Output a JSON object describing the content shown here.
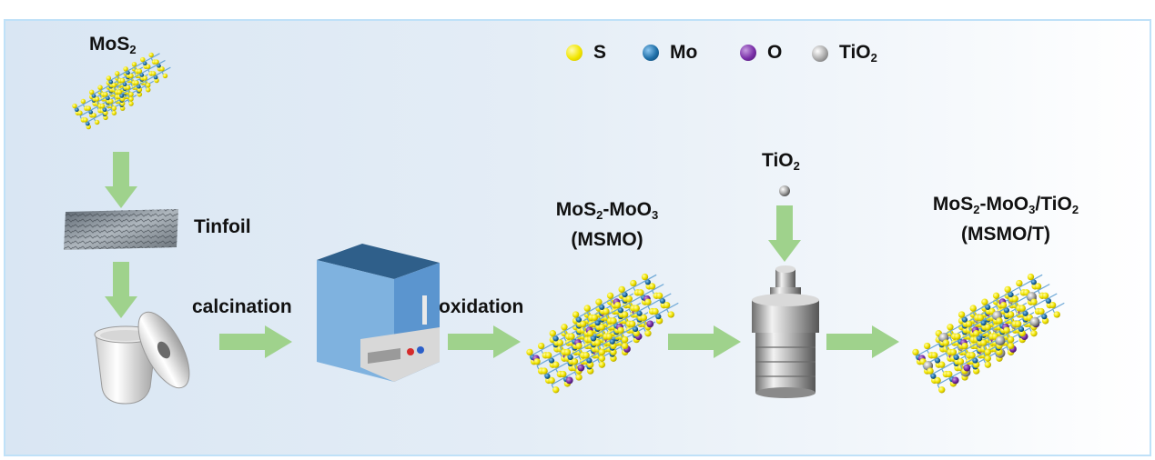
{
  "legend": [
    {
      "key": "S",
      "color": "#f2e600"
    },
    {
      "key": "Mo",
      "color": "#1f6fa8"
    },
    {
      "key": "O",
      "color": "#7a2fa8"
    },
    {
      "key": "TiO",
      "sub": "2",
      "color": "#9a9a9a"
    }
  ],
  "labels": {
    "mos2_main": "MoS",
    "mos2_sub": "2",
    "tinfoil": "Tinfoil",
    "calcination": "calcination",
    "oxidation": "oxidation",
    "tio2_main": "TiO",
    "tio2_sub": "2",
    "msmo_formula_a": "MoS",
    "msmo_formula_a_sub": "2",
    "msmo_formula_b": "-MoO",
    "msmo_formula_b_sub": "3",
    "msmo_abbrev": "(MSMO)",
    "msmot_a": "MoS",
    "msmot_a_sub": "2",
    "msmot_b": "-MoO",
    "msmot_b_sub": "3",
    "msmot_c": "/TiO",
    "msmot_c_sub": "2",
    "msmot_abbrev": "(MSMO/T)"
  },
  "colors": {
    "arrow": "#9fd28c",
    "sulfur": "#f2e600",
    "molybdenum": "#1f6fa8",
    "oxygen": "#7a2fa8",
    "tio2": "#9a9a9a"
  }
}
